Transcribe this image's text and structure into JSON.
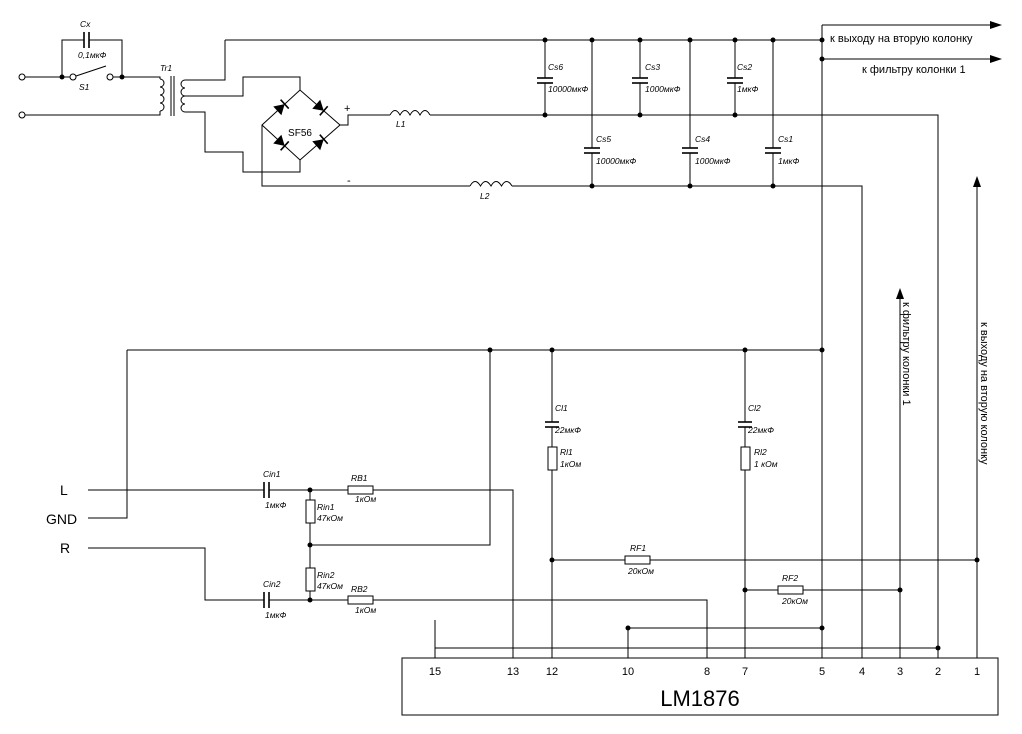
{
  "primary": {
    "cx": {
      "ref": "Cx",
      "value": "0,1мкФ"
    },
    "s1": "S1",
    "tr1": "Tr1",
    "bridge": "SF56",
    "plus": "+",
    "minus": "-",
    "l1": "L1",
    "l2": "L2"
  },
  "capacitors": {
    "cs6": {
      "ref": "Cs6",
      "value": "10000мкФ"
    },
    "cs3": {
      "ref": "Cs3",
      "value": "1000мкФ"
    },
    "cs2": {
      "ref": "Cs2",
      "value": "1мкФ"
    },
    "cs5": {
      "ref": "Cs5",
      "value": "10000мкФ"
    },
    "cs4": {
      "ref": "Cs4",
      "value": "1000мкФ"
    },
    "cs1": {
      "ref": "Cs1",
      "value": "1мкФ"
    }
  },
  "outputs": {
    "second_speaker": "к выходу на вторую колонку",
    "filter_1": "к фильтру колонки 1",
    "filter_1_vertical": "к фильтру колонки 1",
    "second_speaker_vertical": "к выходу на вторую колонку"
  },
  "inputs": {
    "l": "L",
    "gnd": "GND",
    "r": "R"
  },
  "input_stage": {
    "cin1": {
      "ref": "Cin1",
      "value": "1мкФ"
    },
    "rin1": {
      "ref": "Rin1",
      "value": "47кОм"
    },
    "rb1": {
      "ref": "RB1",
      "value": "1кОм"
    },
    "cin2": {
      "ref": "Cin2",
      "value": "1мкФ"
    },
    "rin2": {
      "ref": "Rin2",
      "value": "47кОм"
    },
    "rb2": {
      "ref": "RB2",
      "value": "1кОм"
    }
  },
  "feedback": {
    "cl1": {
      "ref": "Cl1",
      "value": "22мкФ"
    },
    "rl1": {
      "ref": "Rl1",
      "value": "1кОм"
    },
    "cl2": {
      "ref": "Cl2",
      "value": "22мкФ"
    },
    "rl2": {
      "ref": "Rl2",
      "value": "1 кОм"
    },
    "rf1": {
      "ref": "RF1",
      "value": "20кОм"
    },
    "rf2": {
      "ref": "RF2",
      "value": "20кОм"
    }
  },
  "ic": {
    "name": "LM1876",
    "pins": [
      "15",
      "13",
      "12",
      "10",
      "8",
      "7",
      "5",
      "4",
      "3",
      "2",
      "1"
    ]
  }
}
